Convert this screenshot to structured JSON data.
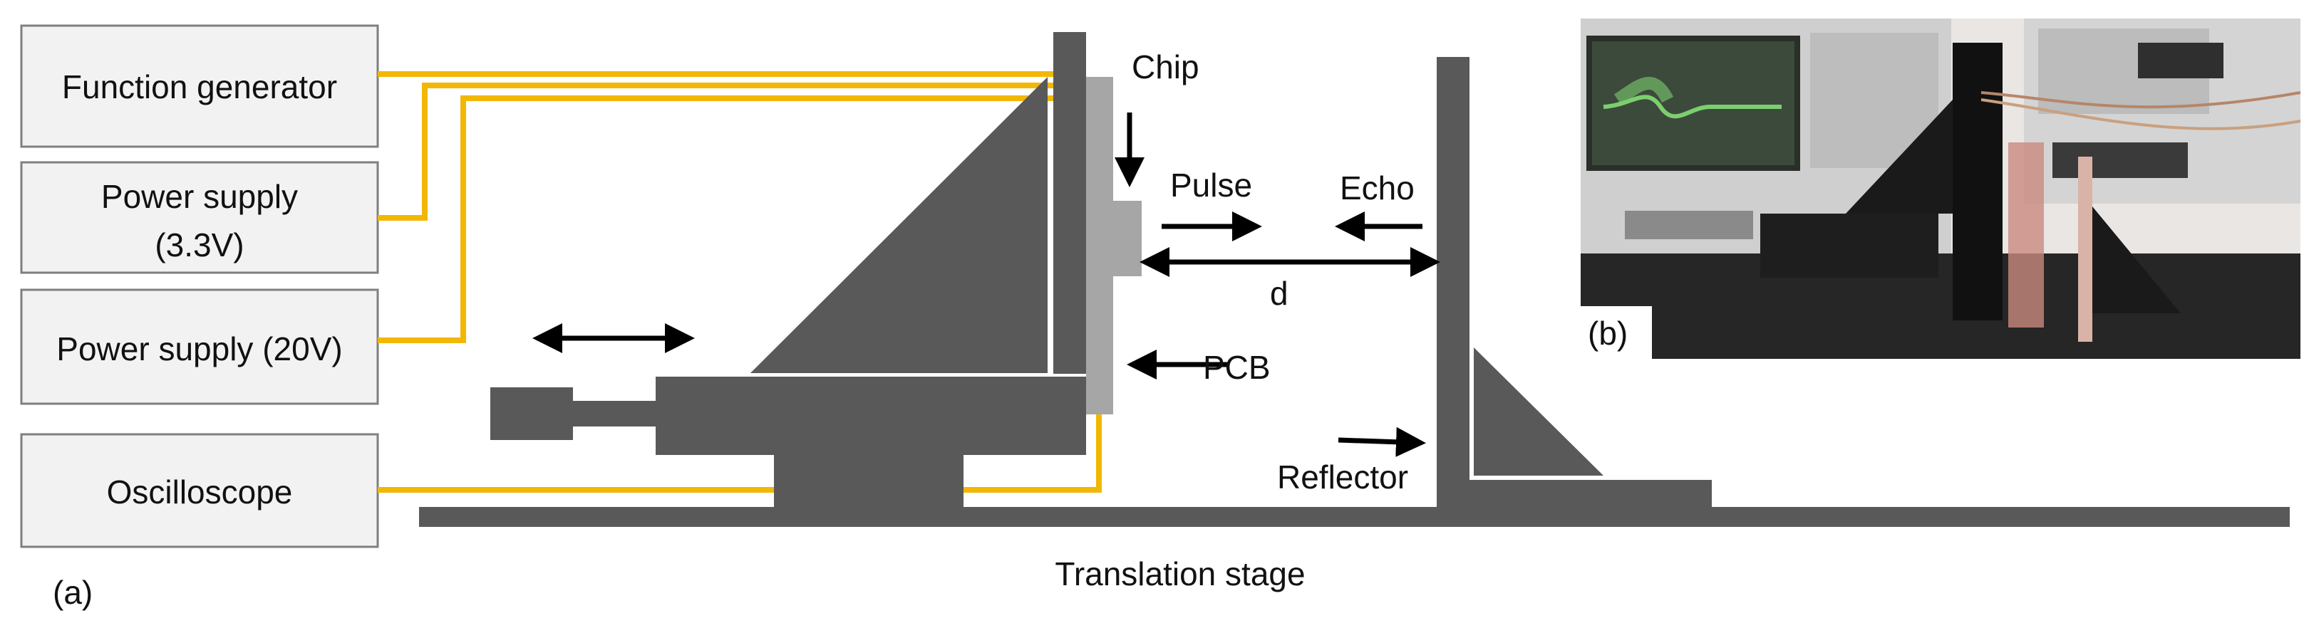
{
  "equipment": {
    "function_generator": "Function generator",
    "power_supply_33_line1": "Power supply",
    "power_supply_33_line2": "(3.3V)",
    "power_supply_20": "Power supply (20V)",
    "oscilloscope": "Oscilloscope"
  },
  "labels": {
    "chip": "Chip",
    "pulse": "Pulse",
    "echo": "Echo",
    "distance": "d",
    "pcb": "PCB",
    "reflector": "Reflector",
    "translation_stage": "Translation stage"
  },
  "panels": {
    "a": "(a)",
    "b": "(b)"
  },
  "colors": {
    "wire": "#f2b705",
    "structure": "#595959",
    "pcb": "#a6a6a6",
    "box_fill": "#f2f2f2",
    "box_border": "#7f7f7f"
  }
}
